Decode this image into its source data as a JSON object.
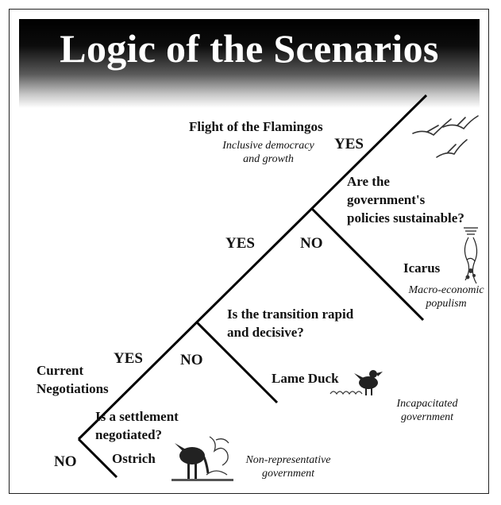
{
  "title": "Logic of the Scenarios",
  "diagram": {
    "start_label": [
      "Current",
      "Negotiations"
    ],
    "decisions": {
      "settlement": {
        "question": [
          "Is a settlement",
          "negotiated?"
        ],
        "yes": "YES",
        "no": "NO"
      },
      "transition": {
        "question": [
          "Is the transition rapid",
          "and decisive?"
        ],
        "yes": "YES",
        "no": "NO"
      },
      "sustainable": {
        "question": [
          "Are the",
          "government's",
          "policies sustainable?"
        ],
        "yes": "YES",
        "no": "NO"
      }
    },
    "scenarios": {
      "flamingos": {
        "name": "Flight of the Flamingos",
        "desc": [
          "Inclusive democracy",
          "and growth"
        ]
      },
      "icarus": {
        "name": "Icarus",
        "desc": [
          "Macro-economic",
          "populism"
        ]
      },
      "lame_duck": {
        "name": "Lame Duck",
        "desc": [
          "Incapacitated",
          "government"
        ]
      },
      "ostrich": {
        "name": "Ostrich",
        "desc": [
          "Non-representative",
          "government"
        ]
      }
    }
  },
  "icons": [
    "flamingos-icon",
    "icarus-icon",
    "lame-duck-icon",
    "ostrich-icon"
  ],
  "colors": {
    "banner_top": "#000000",
    "banner_bottom": "#ffffff",
    "title": "#ffffff",
    "lines": "#000000"
  }
}
